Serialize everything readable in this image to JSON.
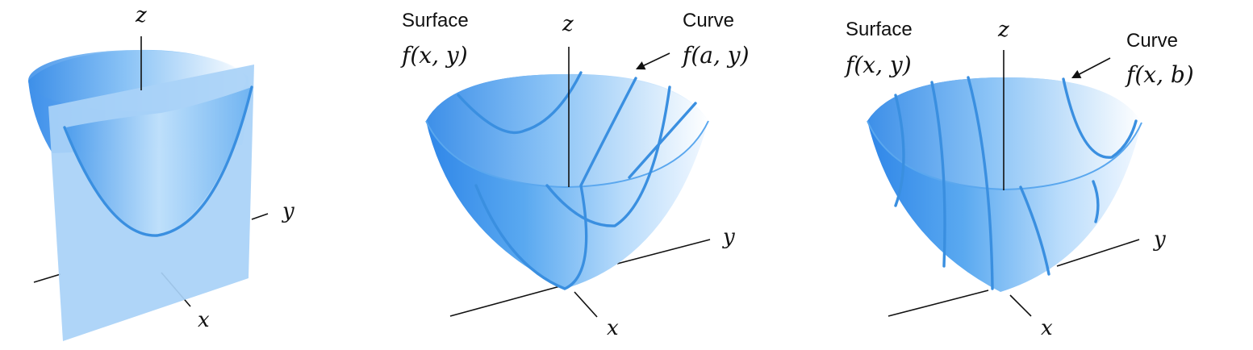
{
  "panels": [
    {
      "axes": {
        "z": "z",
        "y": "y",
        "x": "x"
      }
    },
    {
      "axes": {
        "z": "z",
        "y": "y",
        "x": "x"
      },
      "surface_label": {
        "word": "Surface",
        "formula": "f(x, y)"
      },
      "curve_label": {
        "word": "Curve",
        "formula": "f(a, y)"
      }
    },
    {
      "axes": {
        "z": "z",
        "y": "y",
        "x": "x"
      },
      "surface_label": {
        "word": "Surface",
        "formula": "f(x, y)"
      },
      "curve_label": {
        "word": "Curve",
        "formula": "f(x, b)"
      }
    }
  ],
  "colors": {
    "surface_dark": "#2f86e8",
    "surface_light": "#eef6ff",
    "curve": "#3a8fe0",
    "plane": "#a9d2f7"
  }
}
